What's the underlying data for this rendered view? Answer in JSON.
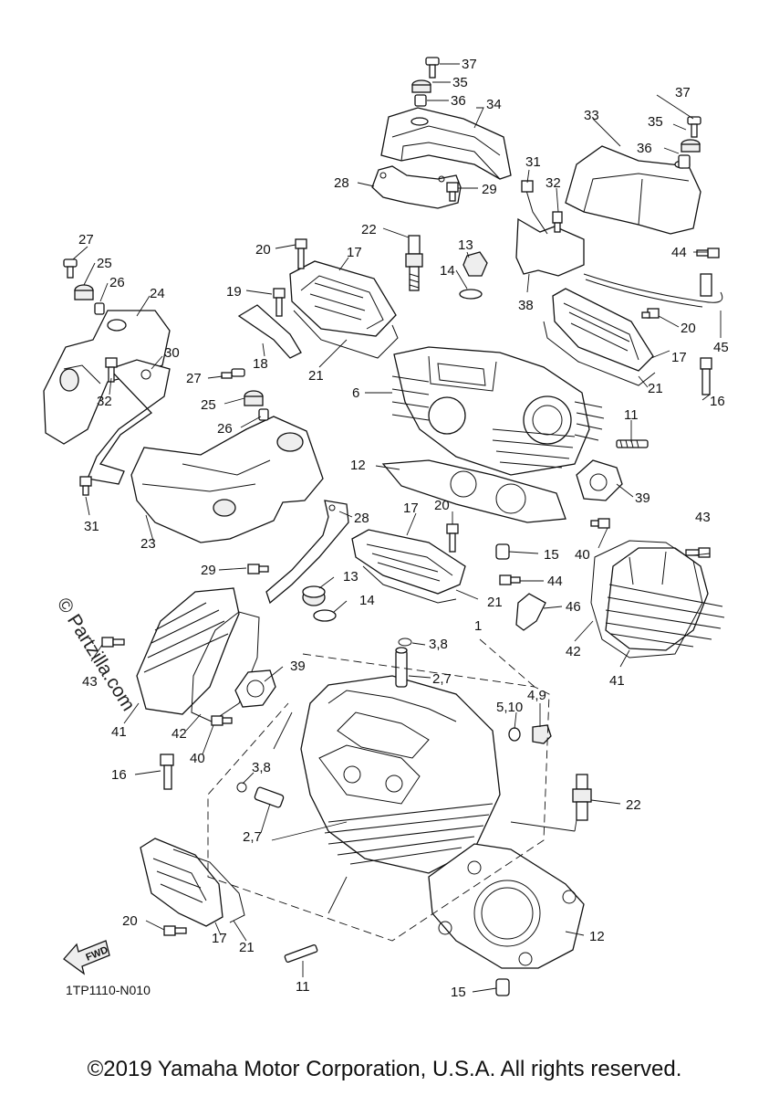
{
  "watermark": "© Partzilla.com",
  "diagram_code": "1TP1110-N010",
  "fwd_label": "FWD",
  "copyright": "©2019 Yamaha Motor Corporation, U.S.A. All rights reserved.",
  "callouts": {
    "c37a": "37",
    "c35a": "35",
    "c36a": "36",
    "c34": "34",
    "c28a": "28",
    "c29a": "29",
    "c37b": "37",
    "c33": "33",
    "c35b": "35",
    "c36b": "36",
    "c31a": "31",
    "c32a": "32",
    "c44a": "44",
    "c38": "38",
    "c45": "45",
    "c22a": "22",
    "c13a": "13",
    "c14a": "14",
    "c20a": "20",
    "c17a": "17",
    "c19": "19",
    "c18": "18",
    "c21a": "21",
    "c20b": "20",
    "c17b": "17",
    "c21b": "21",
    "c16a": "16",
    "c6": "6",
    "c11a": "11",
    "c27a": "27",
    "c25a": "25",
    "c26a": "26",
    "c24": "24",
    "c30": "30",
    "c32b": "32",
    "c27b": "27",
    "c25b": "25",
    "c26b": "26",
    "c31b": "31",
    "c23": "23",
    "c12a": "12",
    "c39a": "39",
    "c28b": "28",
    "c17c": "17",
    "c20c": "20",
    "c15a": "15",
    "c40a": "40",
    "c43a": "43",
    "c29b": "29",
    "c13b": "13",
    "c14b": "14",
    "c44b": "44",
    "c21c": "21",
    "c46": "46",
    "c42a": "42",
    "c41a": "41",
    "c1": "1",
    "c3_8a": "3,8",
    "c2_7a": "2,7",
    "c39b": "39",
    "c43b": "43",
    "c41b": "41",
    "c42b": "42",
    "c40b": "40",
    "c4_9": "4,9",
    "c5_10": "5,10",
    "c16b": "16",
    "c3_8b": "3,8",
    "c2_7b": "2,7",
    "c22b": "22",
    "c20d": "20",
    "c21d": "21",
    "c17d": "17",
    "c12b": "12",
    "c11b": "11",
    "c15b": "15"
  }
}
